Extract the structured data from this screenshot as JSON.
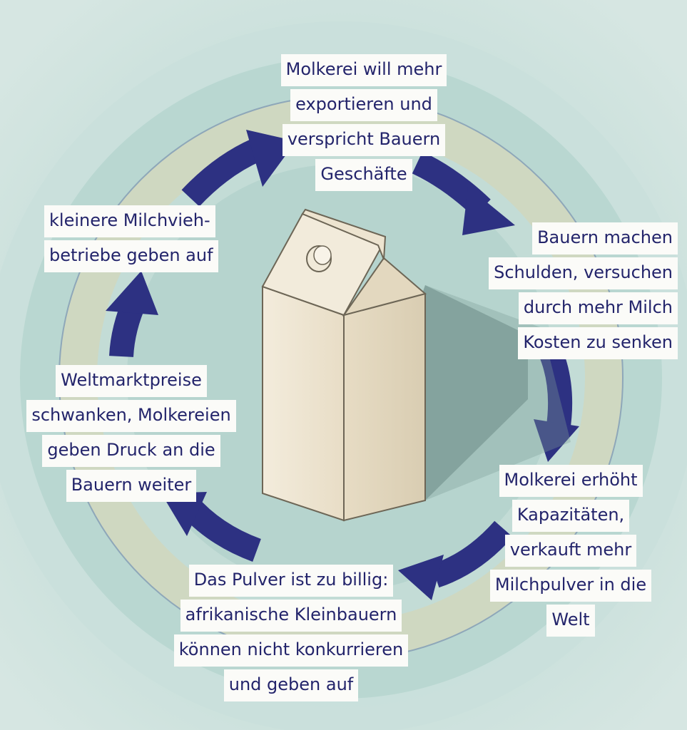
{
  "colors": {
    "background": "#cfe3df",
    "ring_outer": "#b9d7d1",
    "ring_band": "#cfd8c1",
    "arrow": "#2d3182",
    "label_bg": "#fbfbf8",
    "label_text": "#23246b",
    "carton": "#efe6d3",
    "shadow": "#7a9c96"
  },
  "icons": [
    "milk-carton-icon",
    "cycle-arrow-icon"
  ],
  "cycle": [
    {
      "id": "top",
      "lines": [
        "Molkerei will mehr",
        "exportieren und",
        "verspricht Bauern",
        "Geschäfte"
      ]
    },
    {
      "id": "right-upper",
      "lines": [
        "Bauern machen",
        "Schulden, versuchen",
        "durch mehr Milch",
        "Kosten zu senken"
      ]
    },
    {
      "id": "right-lower",
      "lines": [
        "Molkerei erhöht",
        "Kapazitäten,",
        "verkauft mehr",
        "Milchpulver in die",
        "Welt"
      ]
    },
    {
      "id": "bottom",
      "lines": [
        "Das Pulver ist zu billig:",
        "afrikanische Kleinbauern",
        "können nicht konkurrieren",
        "und geben auf"
      ]
    },
    {
      "id": "left-lower",
      "lines": [
        "Weltmarktpreise",
        "schwanken, Molkereien",
        "geben Druck an die",
        "Bauern weiter"
      ]
    },
    {
      "id": "left-upper",
      "lines": [
        "kleinere Milchvieh-",
        "betriebe geben auf"
      ]
    }
  ]
}
